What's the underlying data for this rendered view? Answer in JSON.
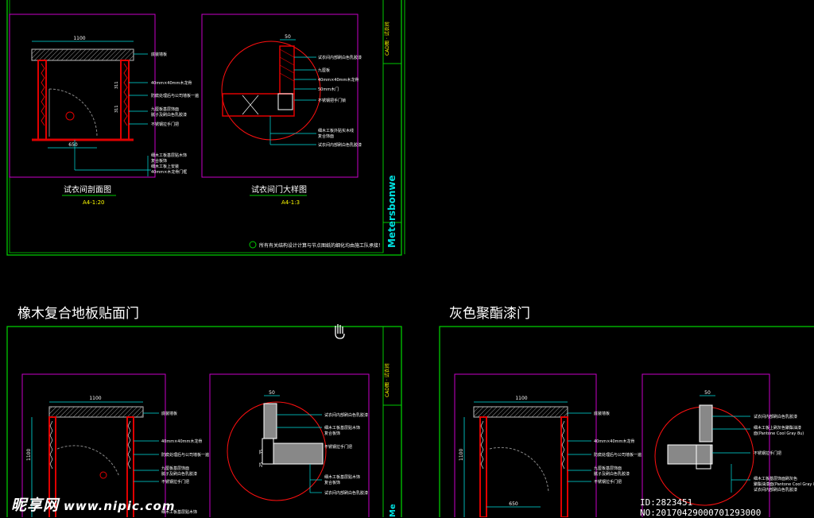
{
  "panels": {
    "top_left": {
      "plan_title": "试衣间剖面图",
      "plan_scale": "A4-1:20",
      "detail_title": "试衣间门大样图",
      "detail_scale": "A4-1:3",
      "note": "所有有关结构设计计算与节点图纸的细化均由施工队承接！",
      "brand_vertical": "Metersbonwe",
      "dims": {
        "top_width": "1100",
        "bottom_width": "650",
        "detail_top": "50",
        "side_a": "311",
        "side_b": "311"
      }
    },
    "bottom_left": {
      "heading": "橡木复合地板贴面门",
      "dims": {
        "top_width": "1100",
        "height": "1100",
        "detail_top": "50",
        "det_a": "35",
        "det_b": "25"
      }
    },
    "bottom_right": {
      "heading": "灰色聚酯漆门",
      "dims": {
        "top_width": "1100",
        "height": "1100",
        "bottom_width": "650",
        "detail_top": "50"
      }
    }
  },
  "watermark": {
    "brand": "昵享网",
    "url": "www.nipic.com"
  },
  "image_id": "ID:2823451 NO:20170429000701293000",
  "colors": {
    "frame": "#00c800",
    "sheet": "#c800c8",
    "wall": "#e00000",
    "dim": "#00e0e0",
    "detail_circle": "#ff1010",
    "hatch": "#bbbbbb"
  }
}
